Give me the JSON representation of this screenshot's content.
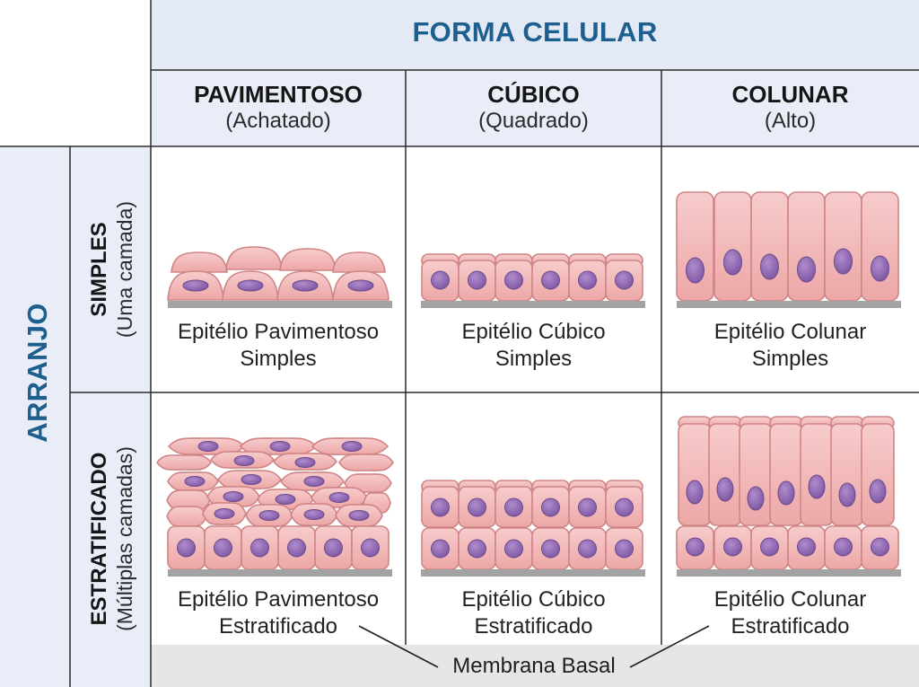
{
  "title": "FORMA CELULAR",
  "side_title": "ARRANJO",
  "columns": [
    {
      "name": "PAVIMENTOSO",
      "note": "(Achatado)"
    },
    {
      "name": "CÚBICO",
      "note": "(Quadrado)"
    },
    {
      "name": "COLUNAR",
      "note": "(Alto)"
    }
  ],
  "rows": [
    {
      "name": "SIMPLES",
      "note": "(Uma camada)"
    },
    {
      "name": "ESTRATIFICADO",
      "note": "(Múltiplas camadas)"
    }
  ],
  "captions": [
    [
      "Epitélio Pavimentoso",
      "Simples"
    ],
    [
      "Epitélio Cúbico",
      "Simples"
    ],
    [
      "Epitélio Colunar",
      "Simples"
    ],
    [
      "Epitélio Pavimentoso",
      "Estratificado"
    ],
    [
      "Epitélio Cúbico",
      "Estratificado"
    ],
    [
      "Epitélio Colunar",
      "Estratificado"
    ]
  ],
  "basal_label": "Membrana Basal",
  "colors": {
    "accent": "#1d5f8f",
    "header_bg": "#e3e9f5",
    "cell_fill": "#f2b8b8",
    "cell_stroke": "#cf8585",
    "nucleus": "#9a74b8",
    "basal_membrane": "#9e9e9e"
  }
}
